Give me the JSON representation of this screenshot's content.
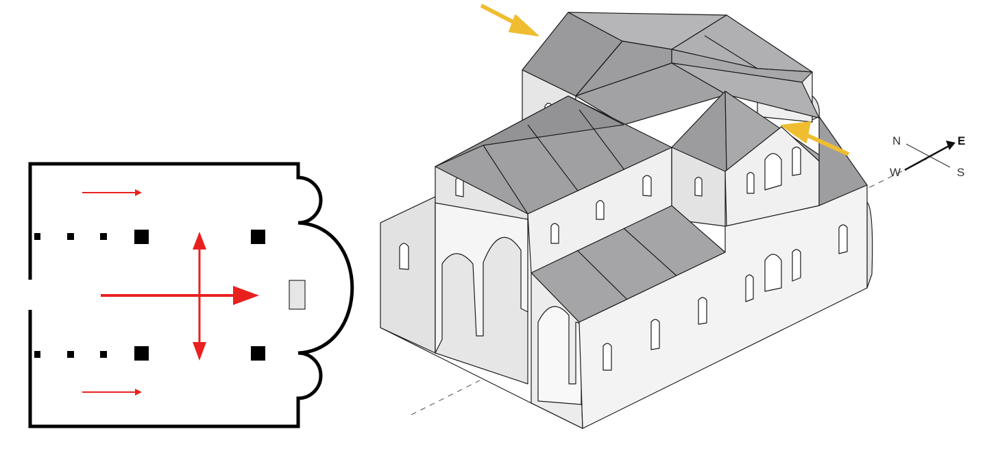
{
  "colors": {
    "outline": "#000000",
    "floorplan_stroke": "#000000",
    "circulation_arrow": "#e8211f",
    "altar_fill": "#e6e6e6",
    "roof_dark": "#9a9a9c",
    "roof_mid": "#a9a9ab",
    "roof_light": "#b8b8ba",
    "wall_light": "#f2f2f2",
    "wall_mid": "#e1e1e1",
    "wall_shade": "#d2d2d2",
    "light_arrow": "#f0bd31",
    "axis_dash": "#666666"
  },
  "icons": {
    "light_arrows": "sunlight-arrow-icon",
    "compass": "compass-icon"
  },
  "compass": {
    "north": "N",
    "east": "E",
    "south": "S",
    "west": "W"
  }
}
